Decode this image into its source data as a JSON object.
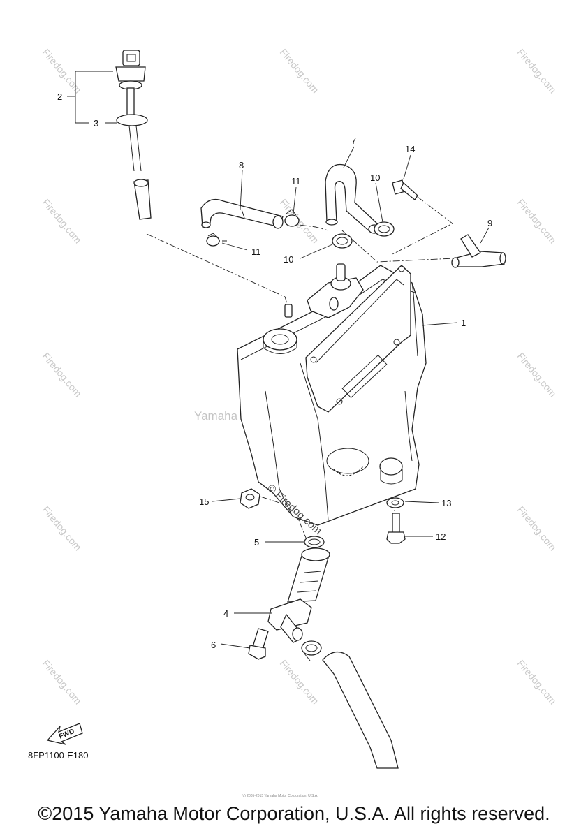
{
  "parts": [
    {
      "id": "1",
      "label": "1"
    },
    {
      "id": "2",
      "label": "2"
    },
    {
      "id": "3",
      "label": "3"
    },
    {
      "id": "4",
      "label": "4"
    },
    {
      "id": "5",
      "label": "5"
    },
    {
      "id": "6",
      "label": "6"
    },
    {
      "id": "7",
      "label": "7"
    },
    {
      "id": "8",
      "label": "8"
    },
    {
      "id": "9",
      "label": "9"
    },
    {
      "id": "10a",
      "label": "10"
    },
    {
      "id": "10b",
      "label": "10"
    },
    {
      "id": "11a",
      "label": "11"
    },
    {
      "id": "11b",
      "label": "11"
    },
    {
      "id": "12",
      "label": "12"
    },
    {
      "id": "13",
      "label": "13"
    },
    {
      "id": "14",
      "label": "14"
    },
    {
      "id": "15",
      "label": "15"
    }
  ],
  "watermark": {
    "center": "Yamaha Motor Corp, U.S.A.",
    "brand": "Firedog.com",
    "brand_copy": "© Firedog.com"
  },
  "forward_badge": "FWD",
  "diagram_code": "8FP1100-E180",
  "fine_print": "(c) 2005-2015 Yamaha Motor Corporation, U.S.A.",
  "copyright": "©2015 Yamaha Motor Corporation, U.S.A. All rights reserved."
}
